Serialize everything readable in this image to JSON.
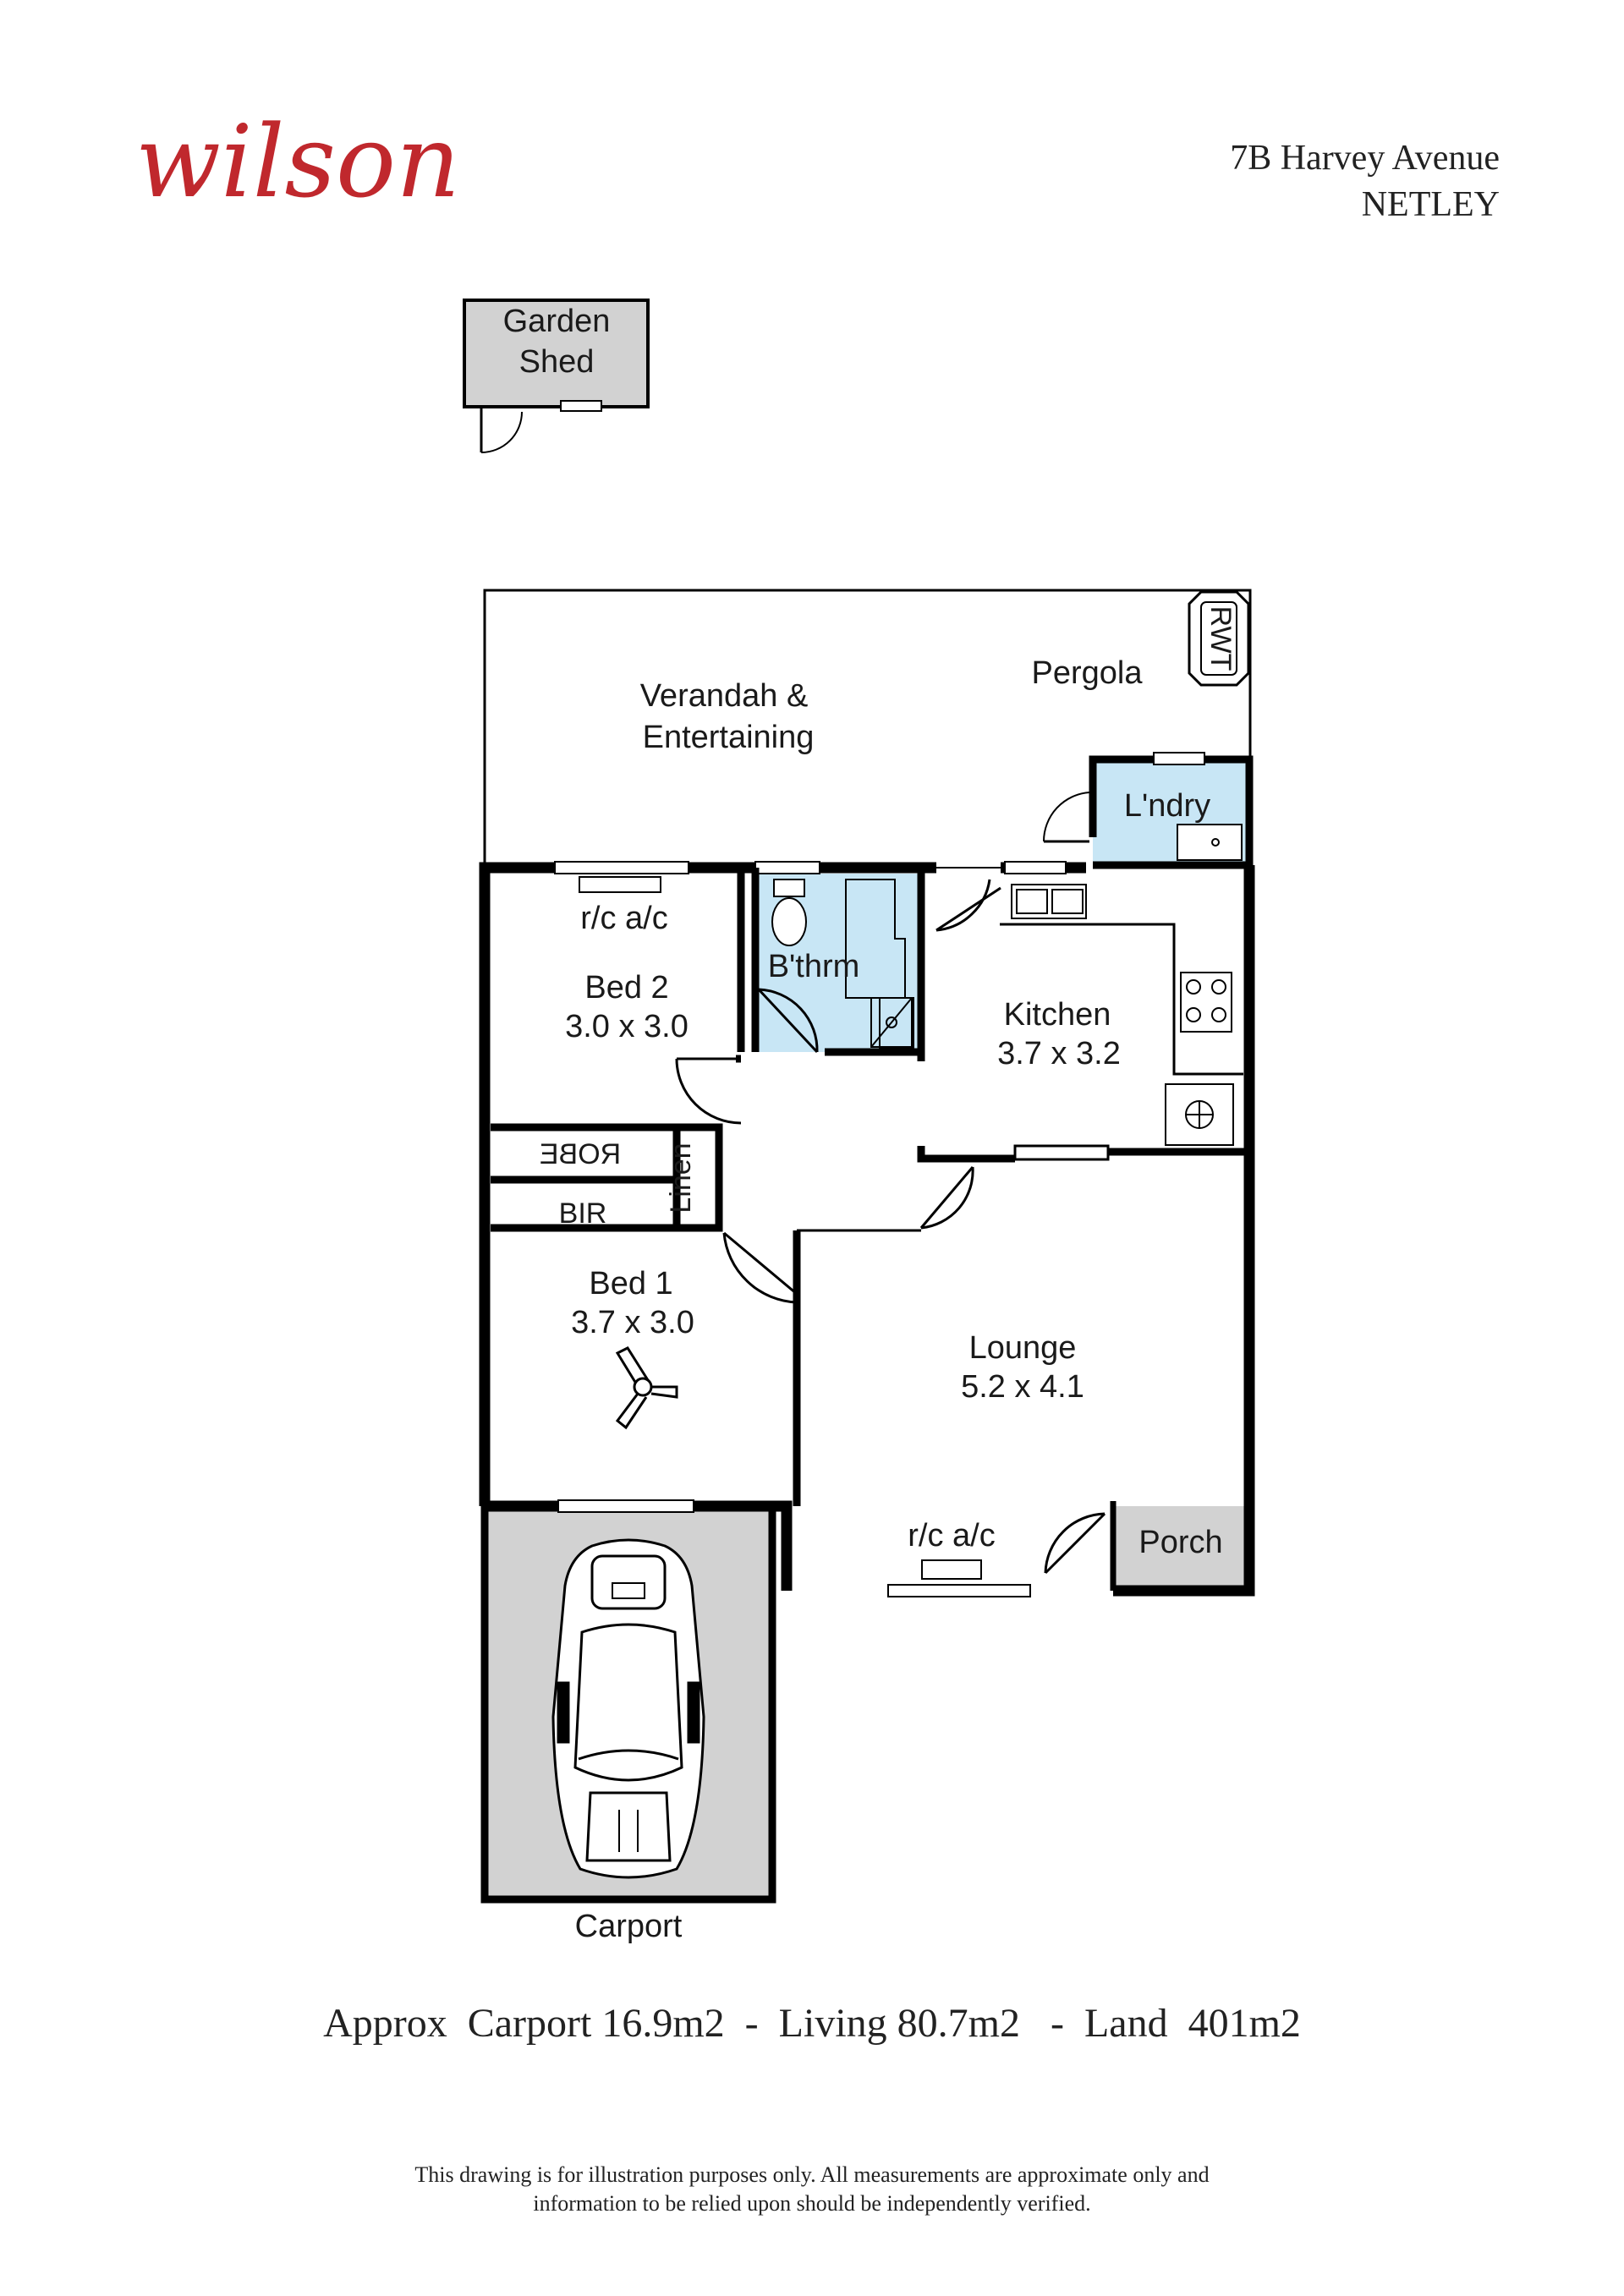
{
  "brand": {
    "logo": "wilson",
    "logo_color": "#c0282d"
  },
  "address": {
    "line1": "7B Harvey Avenue",
    "line2": "NETLEY"
  },
  "colors": {
    "wet_area": "#c8e6f5",
    "outbuilding": "#d2d2d2",
    "wall": "#000000"
  },
  "rooms": {
    "garden_shed": {
      "line1": "Garden",
      "line2": "Shed"
    },
    "verandah": {
      "line1": "Verandah &",
      "line2": "Entertaining"
    },
    "pergola": "Pergola",
    "rwt": "RWT",
    "laundry": "L'ndry",
    "bed2": {
      "note": "r/c a/c",
      "name": "Bed 2",
      "size": "3.0 x 3.0"
    },
    "bathroom": "B'thrm",
    "kitchen": {
      "name": "Kitchen",
      "size": "3.7 x 3.2"
    },
    "robe": "ROBE",
    "linen": "Linen",
    "bir": "BIR",
    "bed1": {
      "name": "Bed 1",
      "size": "3.7 x 3.0"
    },
    "lounge": {
      "name": "Lounge",
      "size": "5.2 x 4.1",
      "note": "r/c a/c"
    },
    "porch": "Porch",
    "carport": "Carport"
  },
  "summary": "Approx  Carport 16.9m2  -  Living 80.7m2   -  Land  401m2",
  "disclaimer": {
    "line1": "This drawing is for illustration purposes only.  All measurements are approximate only and",
    "line2": "information to be relied upon should be independently verified."
  }
}
